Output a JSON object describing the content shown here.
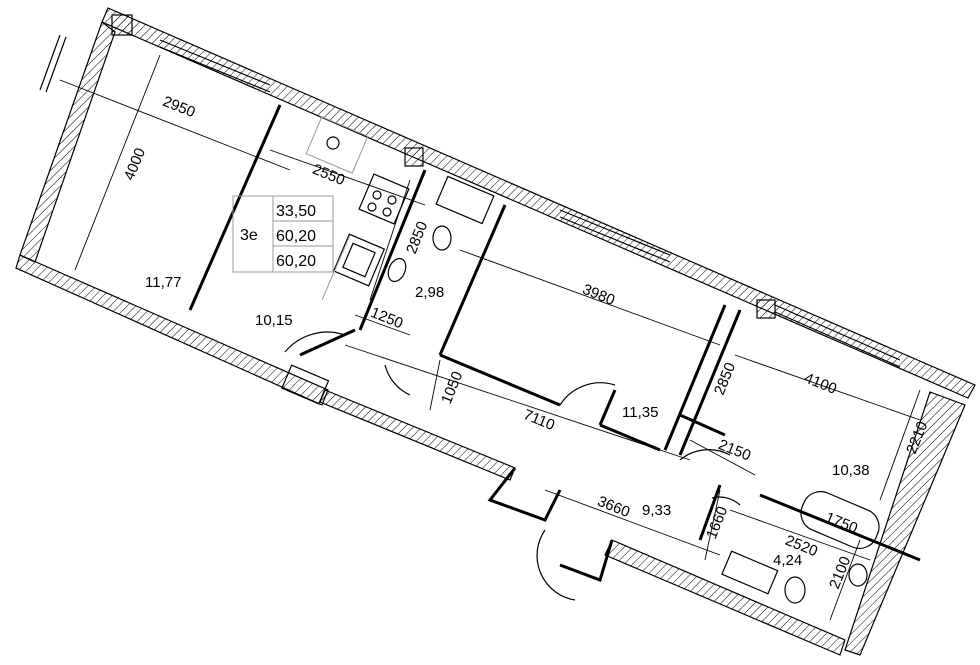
{
  "summary": {
    "type_label": "3e",
    "living_area": "33,50",
    "total_area": "60,20",
    "total_area_2": "60,20"
  },
  "areas": {
    "room1": "11,77",
    "kitchen": "10,15",
    "storage": "2,98",
    "room2": "11,35",
    "room3": "10,38",
    "hall": "9,33",
    "bath": "4,24"
  },
  "dimensions": {
    "d2950": "2950",
    "d4000": "4000",
    "d2550": "2550",
    "d2850a": "2850",
    "d1250": "1250",
    "d3980": "3980",
    "d1050": "1050",
    "d7110": "7110",
    "d2850b": "2850",
    "d4100": "4100",
    "d2210": "2210",
    "d2150": "2150",
    "d3660": "3660",
    "d1660": "1660",
    "d1750": "1750",
    "d2520": "2520",
    "d2100": "2100"
  }
}
